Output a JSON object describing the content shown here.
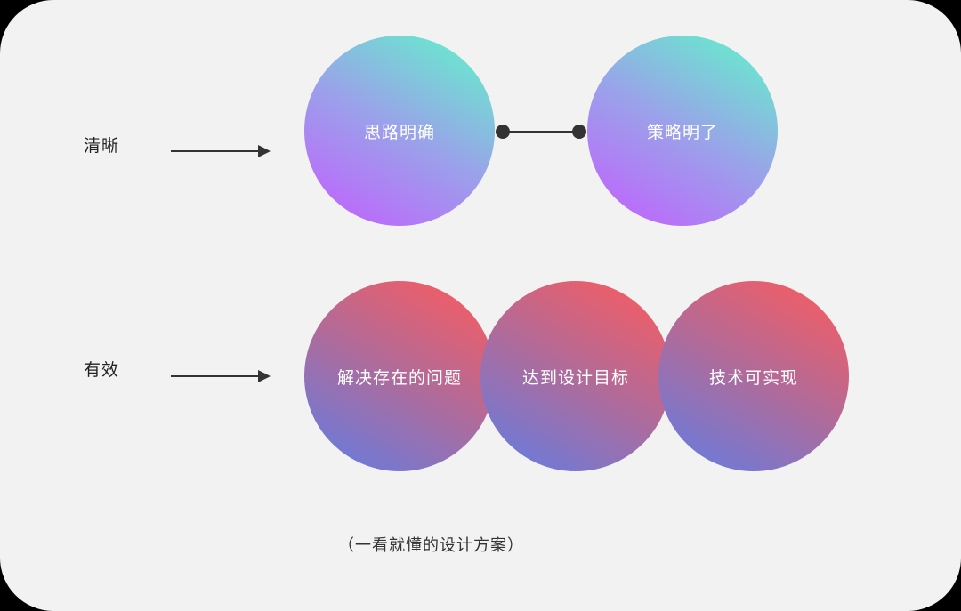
{
  "rows": {
    "clear": {
      "label": "清晰",
      "circles": [
        "思路明确",
        "策略明了"
      ]
    },
    "effective": {
      "label": "有效",
      "circles": [
        "解决存在的问题",
        "达到设计目标",
        "技术可实现"
      ]
    }
  },
  "caption": "（一看就懂的设计方案）",
  "colors": {
    "background": "#f2f2f2",
    "top_gradient": [
      "#c45cff",
      "#5ff7c8"
    ],
    "bottom_gradient": [
      "#5f7de6",
      "#ff5a5a"
    ],
    "line": "#333333",
    "text_on_circle": "#ffffff"
  }
}
